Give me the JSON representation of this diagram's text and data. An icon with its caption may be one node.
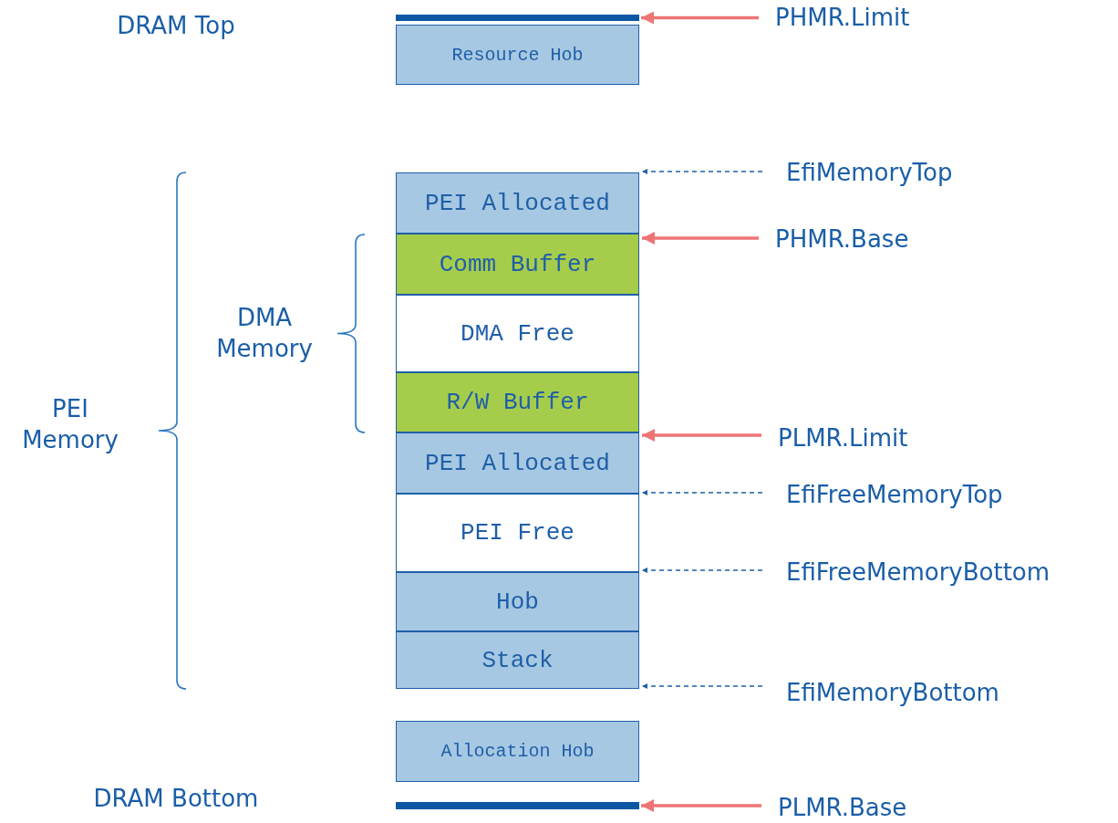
{
  "diagram": {
    "nodes": [
      {
        "text": [],
        "shape": "bar"
      },
      {
        "text": [
          "Resource Hob"
        ]
      },
      {
        "text": [
          "PEI Allocated"
        ]
      },
      {
        "text": [
          "Comm Buffer"
        ]
      },
      {
        "text": [
          "DMA Free"
        ]
      },
      {
        "text": [
          "R/W Buffer"
        ]
      },
      {
        "text": [
          "PEI Allocated"
        ]
      },
      {
        "text": [
          "PEI Free"
        ]
      },
      {
        "text": [
          "Hob"
        ]
      },
      {
        "text": [
          "Stack"
        ]
      },
      {
        "text": [
          "Allocation Hob"
        ]
      },
      {
        "text": [],
        "shape": "bar"
      },
      {
        "text": [
          "PHMR.Limit"
        ]
      },
      {
        "text": [
          "EfiMemoryTop"
        ]
      },
      {
        "text": [
          "PHMR.Base"
        ]
      },
      {
        "text": [
          "PLMR.Limit"
        ]
      },
      {
        "text": [
          "EfiFreeMemoryTop"
        ]
      },
      {
        "text": [
          "EfiFreeMemoryBottom"
        ]
      },
      {
        "text": [
          "EfiMemoryBottom"
        ]
      },
      {
        "text": [
          "PLMR.Base"
        ]
      }
    ],
    "edges": [
      {
        "from": 12,
        "to": 0,
        "arrow": "to",
        "style": "thick",
        "color": "#ef7474"
      },
      {
        "from": 13,
        "to": 2,
        "arrow": "to",
        "style": "dashed",
        "color": "#1f5fa8"
      },
      {
        "from": 14,
        "to": 2,
        "arrow": "to",
        "style": "thick",
        "color": "#ef7474"
      },
      {
        "from": 15,
        "to": 5,
        "arrow": "to",
        "style": "thick",
        "color": "#ef7474"
      },
      {
        "from": 16,
        "to": 6,
        "arrow": "to",
        "style": "dashed",
        "color": "#1f5fa8"
      },
      {
        "from": 17,
        "to": 8,
        "arrow": "to",
        "style": "dashed",
        "color": "#1f5fa8"
      },
      {
        "from": 18,
        "to": 9,
        "arrow": "to",
        "style": "dashed",
        "color": "#1f5fa8"
      },
      {
        "from": 19,
        "to": 11,
        "arrow": "to",
        "style": "thick",
        "color": "#ef7474"
      }
    ],
    "labels": [
      "DRAM Top",
      "DMA Memory",
      "PEI Memory",
      "DRAM Bottom"
    ]
  }
}
